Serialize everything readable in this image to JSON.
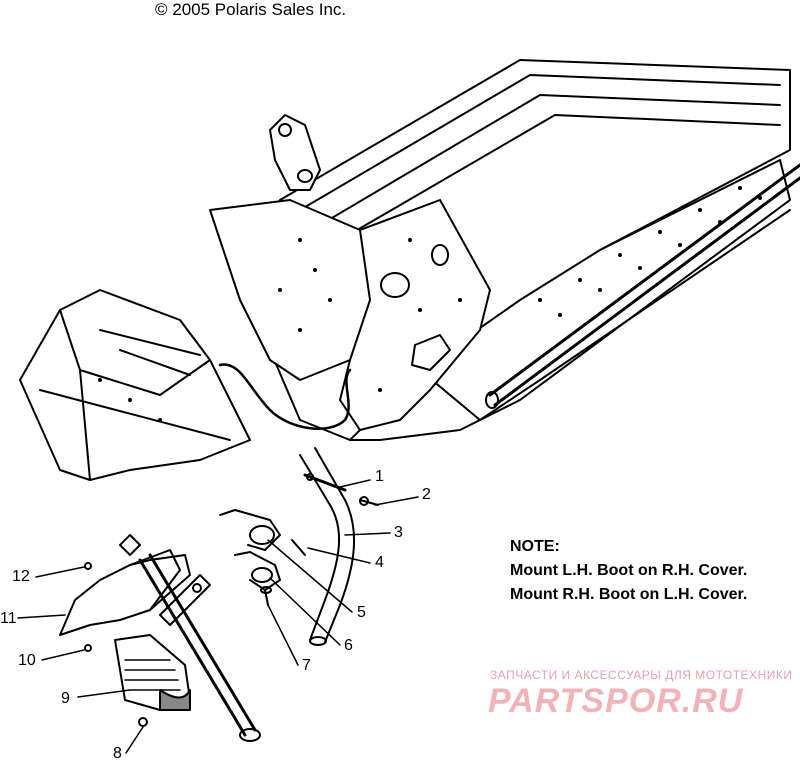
{
  "copyright": "© 2005 Polaris Sales Inc.",
  "note": {
    "title": "NOTE:",
    "line1": "Mount L.H. Boot on R.H. Cover.",
    "line2": "Mount R.H. Boot on L.H. Cover."
  },
  "callouts": [
    "1",
    "2",
    "3",
    "4",
    "5",
    "6",
    "7",
    "8",
    "9",
    "10",
    "11",
    "12"
  ],
  "watermark": {
    "tagline": "ЗАПЧАСТИ И АКСЕССУАРЫ ДЛЯ МОТОТЕХНИКИ",
    "logo": "PARTSPOR.RU"
  }
}
